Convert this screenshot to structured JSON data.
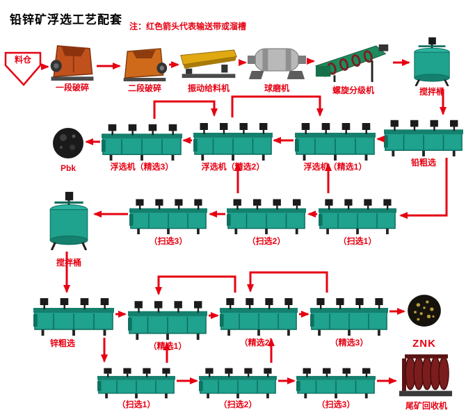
{
  "title": "铅锌矿浮选工艺配套",
  "note": "注：红色箭头代表输送带或溜槽",
  "colors": {
    "arrow": "#e60012",
    "label": "#e60012",
    "machine_teal": "#1fa28e",
    "crusher_orange": "#c0511d",
    "feeder_yellow": "#e0a912",
    "classifier_green": "#1f8a5e",
    "tailings_maroon": "#7c1d1d"
  },
  "nodes": {
    "silo": {
      "label": "料仓"
    },
    "crusher1": {
      "label": "一段破碎"
    },
    "crusher2": {
      "label": "二段破碎"
    },
    "feeder": {
      "label": "振动给料机"
    },
    "ballmill": {
      "label": "球磨机"
    },
    "classifier": {
      "label": "螺旋分级机"
    },
    "mixer1": {
      "label": "搅拌桶"
    },
    "pb_rough": {
      "label": "铅粗选"
    },
    "pb_clean1": {
      "label": "浮选机（精选1）"
    },
    "pb_clean2": {
      "label": "浮选机（精选2）"
    },
    "pb_clean3": {
      "label": "浮选机（精选3）"
    },
    "pbk": {
      "label": "Pbk"
    },
    "mixer2": {
      "label": "搅拌桶"
    },
    "pb_scav3": {
      "label": "（扫选3）"
    },
    "pb_scav2": {
      "label": "（扫选2）"
    },
    "pb_scav1": {
      "label": "（扫选1）"
    },
    "zn_rough": {
      "label": "锌粗选"
    },
    "zn_clean1": {
      "label": "（精选1）"
    },
    "zn_clean2": {
      "label": "（精选2）"
    },
    "zn_clean3": {
      "label": "（精选3）"
    },
    "znk": {
      "label": "ZNK"
    },
    "zn_scav1": {
      "label": "（扫选1）"
    },
    "zn_scav2": {
      "label": "（扫选2）"
    },
    "zn_scav3": {
      "label": "（扫选3）"
    },
    "tailings": {
      "label": "尾矿回收机"
    }
  }
}
